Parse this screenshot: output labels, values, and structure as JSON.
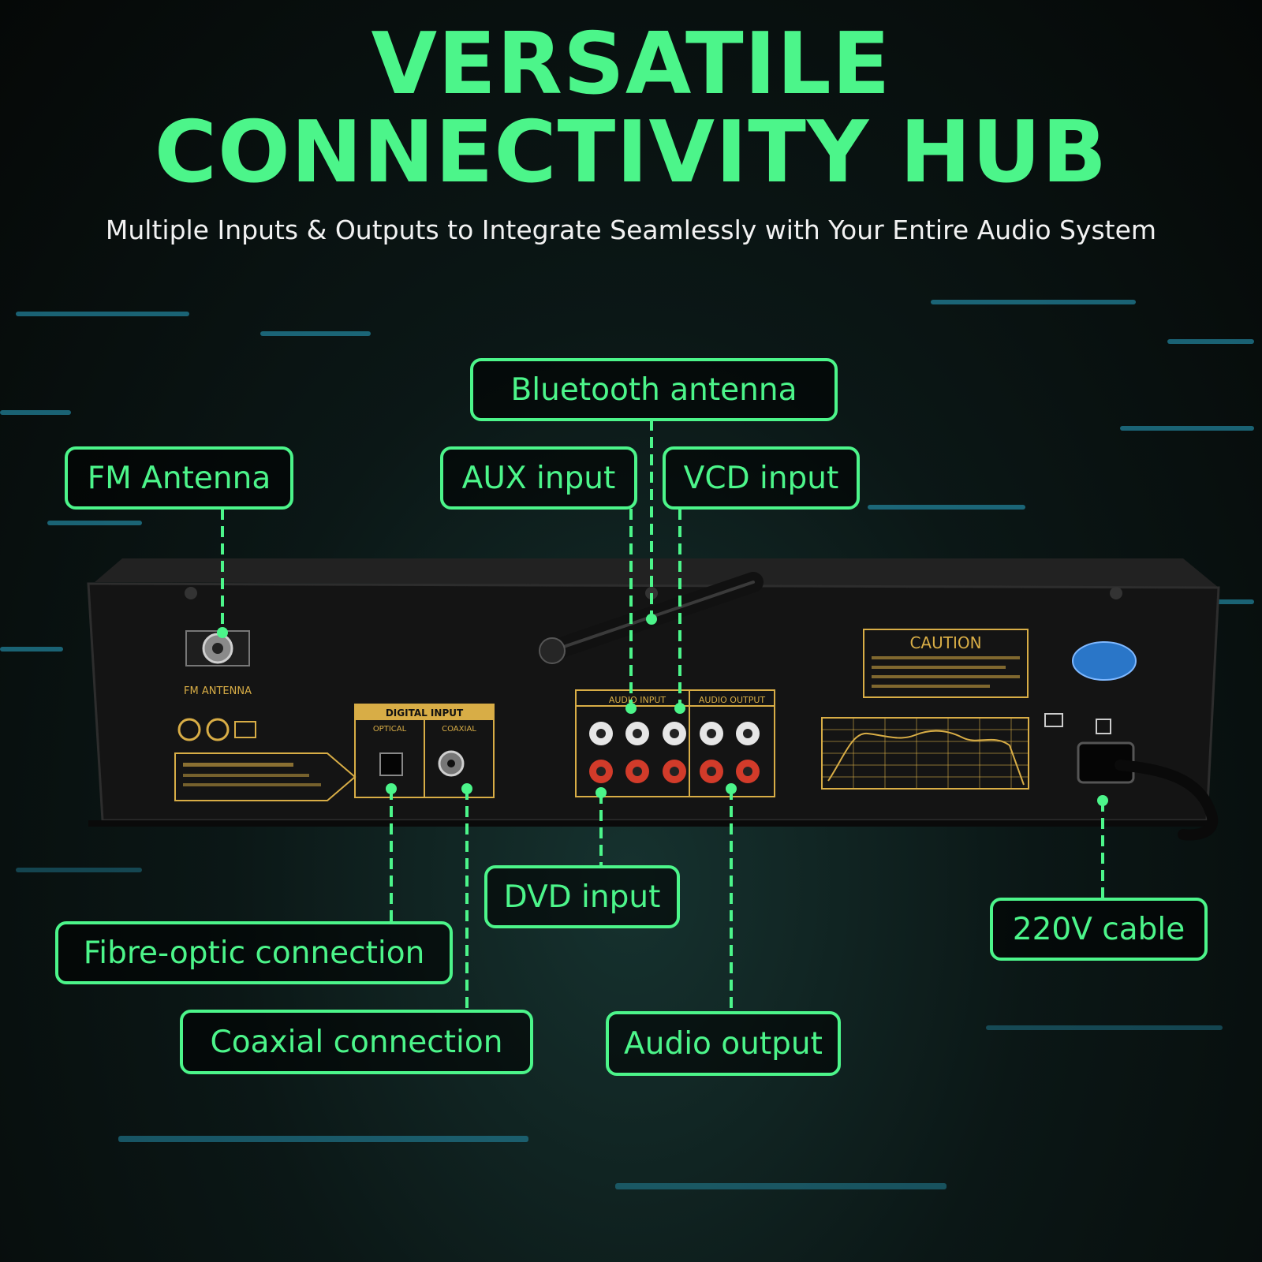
{
  "header": {
    "title_line1": "VERSATILE",
    "title_line2": "CONNECTIVITY HUB",
    "subtitle": "Multiple Inputs & Outputs to Integrate Seamlessly with Your Entire Audio System"
  },
  "callouts": {
    "bluetooth": "Bluetooth antenna",
    "fm": "FM Antenna",
    "aux": "AUX input",
    "vcd": "VCD input",
    "dvd": "DVD input",
    "fibre": "Fibre-optic connection",
    "coaxial": "Coaxial connection",
    "audio_out": "Audio output",
    "cable": "220V cable"
  },
  "device_labels": {
    "fm_antenna": "FM ANTENNA",
    "digital_input": "DIGITAL INPUT",
    "optical": "OPTICAL",
    "coaxial": "COAXIAL",
    "audio_input": "AUDIO INPUT",
    "audio_output": "AUDIO OUTPUT",
    "caution": "CAUTION"
  },
  "colors": {
    "accent": "#4cf58a",
    "panel": "#151515",
    "gold": "#d8ad46",
    "rca_red": "#d23b2a"
  }
}
